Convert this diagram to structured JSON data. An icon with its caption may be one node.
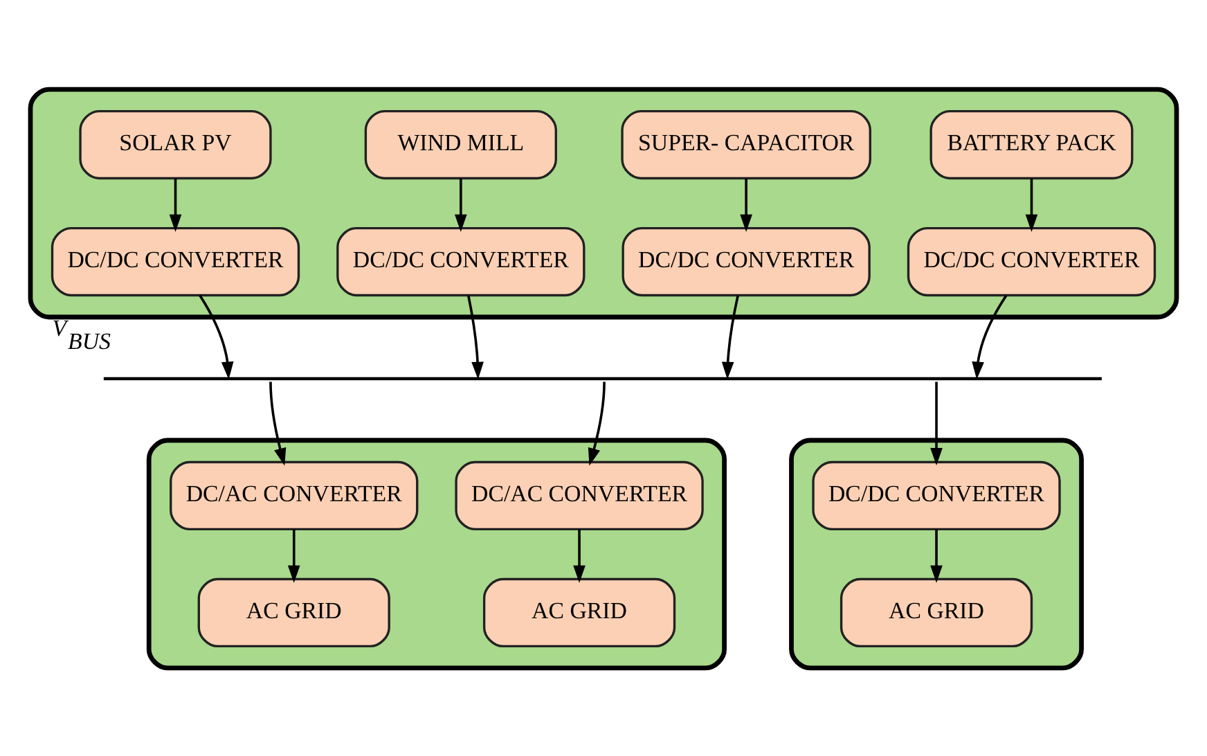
{
  "diagram": {
    "nodes": [
      {
        "text": [],
        "shape": "box"
      },
      {
        "text": [
          "SOLAR PV"
        ],
        "in": 0
      },
      {
        "text": [
          "WIND MILL"
        ],
        "in": 0
      },
      {
        "text": [
          "SUPER- CAPACITOR"
        ],
        "in": 0
      },
      {
        "text": [
          "BATTERY PACK"
        ],
        "in": 0
      },
      {
        "text": [
          "DC/DC CONVERTER"
        ],
        "in": 0
      },
      {
        "text": [
          "DC/DC CONVERTER"
        ],
        "in": 0
      },
      {
        "text": [
          "DC/DC CONVERTER"
        ],
        "in": 0
      },
      {
        "text": [
          "DC/DC CONVERTER"
        ],
        "in": 0
      },
      {
        "text": [],
        "shape": "bar",
        "beside": [
          "V$_{BUS}$"
        ]
      },
      {
        "text": [],
        "shape": "box"
      },
      {
        "text": [
          "DC/AC CONVERTER"
        ],
        "in": 10
      },
      {
        "text": [
          "DC/AC CONVERTER"
        ],
        "in": 10
      },
      {
        "text": [
          "AC GRID"
        ],
        "in": 10
      },
      {
        "text": [
          "AC GRID"
        ],
        "in": 10
      },
      {
        "text": [],
        "shape": "box"
      },
      {
        "text": [
          "DC/DC CONVERTER"
        ],
        "in": 15
      },
      {
        "text": [
          "AC GRID"
        ],
        "in": 15
      }
    ],
    "edges": [
      {
        "from": 1,
        "to": 5,
        "arrow": "to"
      },
      {
        "from": 2,
        "to": 6,
        "arrow": "to"
      },
      {
        "from": 3,
        "to": 7,
        "arrow": "to"
      },
      {
        "from": 4,
        "to": 8,
        "arrow": "to"
      },
      {
        "from": 5,
        "to": 9,
        "arrow": "to"
      },
      {
        "from": 6,
        "to": 9,
        "arrow": "to"
      },
      {
        "from": 7,
        "to": 9,
        "arrow": "to"
      },
      {
        "from": 8,
        "to": 9,
        "arrow": "to"
      },
      {
        "from": 9,
        "to": 11,
        "arrow": "to"
      },
      {
        "from": 9,
        "to": 12,
        "arrow": "to"
      },
      {
        "from": 9,
        "to": 16,
        "arrow": "to"
      },
      {
        "from": 11,
        "to": 13,
        "arrow": "to"
      },
      {
        "from": 12,
        "to": 14,
        "arrow": "to"
      },
      {
        "from": 16,
        "to": 17,
        "arrow": "to"
      }
    ]
  }
}
